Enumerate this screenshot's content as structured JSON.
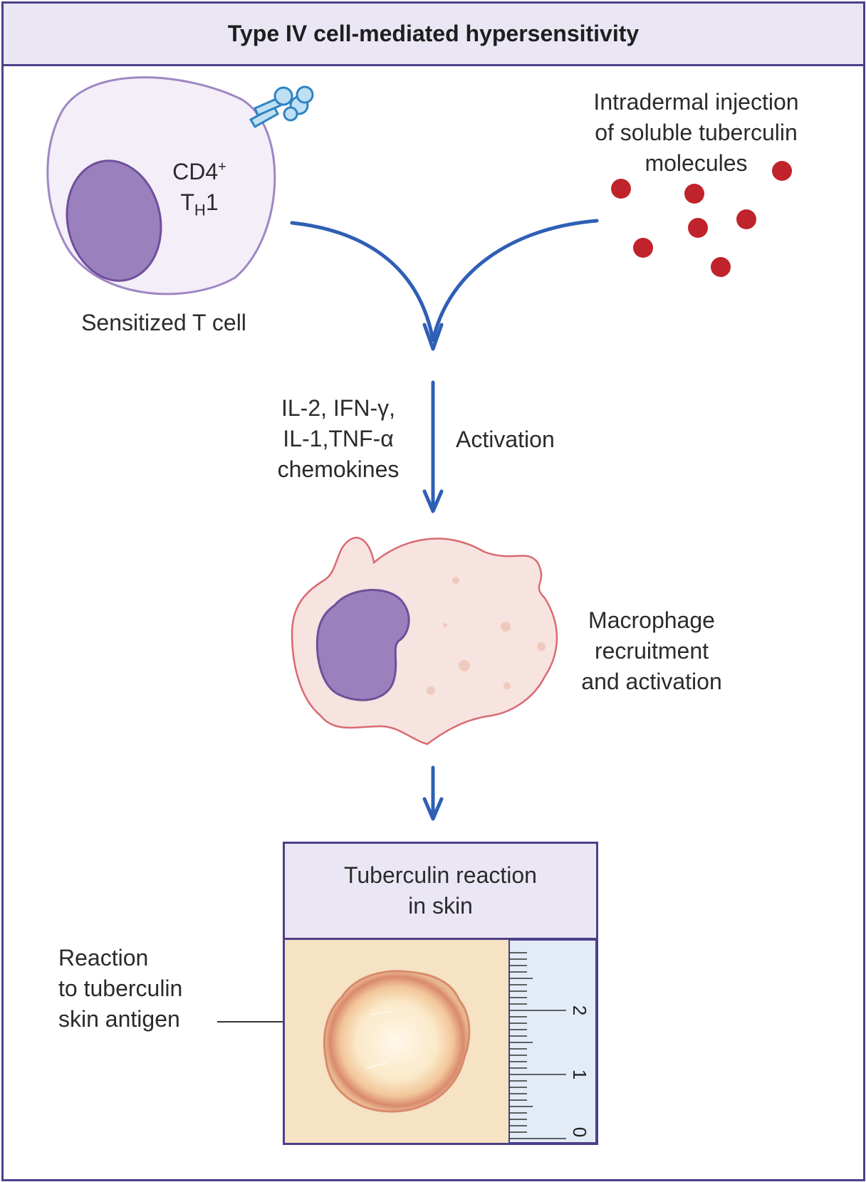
{
  "title": "Type IV cell-mediated hypersensitivity",
  "tcell": {
    "cd4": "CD4",
    "cd4_sup": "+",
    "th_t": "T",
    "th_sub": "H",
    "th_num": "1",
    "caption": "Sensitized T cell"
  },
  "injection": {
    "lines": [
      "Intradermal injection",
      "of soluble tuberculin",
      "molecules"
    ]
  },
  "cytokines": {
    "lines": [
      "IL-2, IFN-γ,",
      "IL-1,TNF-α",
      "chemokines"
    ]
  },
  "activation_label": "Activation",
  "macrophage": {
    "lines": [
      "Macrophage",
      "recruitment",
      "and activation"
    ]
  },
  "tuberculin_box": {
    "title_lines": [
      "Tuberculin reaction",
      "in skin"
    ],
    "ruler_labels": [
      "2",
      "1",
      "0"
    ]
  },
  "reaction_label": {
    "lines": [
      "Reaction",
      "to tuberculin",
      "skin antigen"
    ]
  },
  "colors": {
    "border": "#4d3f8a",
    "header_fill": "#ebe6f4",
    "arrow": "#2f5fb5",
    "nucleus": "#9a80bd",
    "tuberculin_dot": "#c0232b",
    "macrophage_fill": "#f7e3df",
    "skin": "#f5e3c3"
  }
}
